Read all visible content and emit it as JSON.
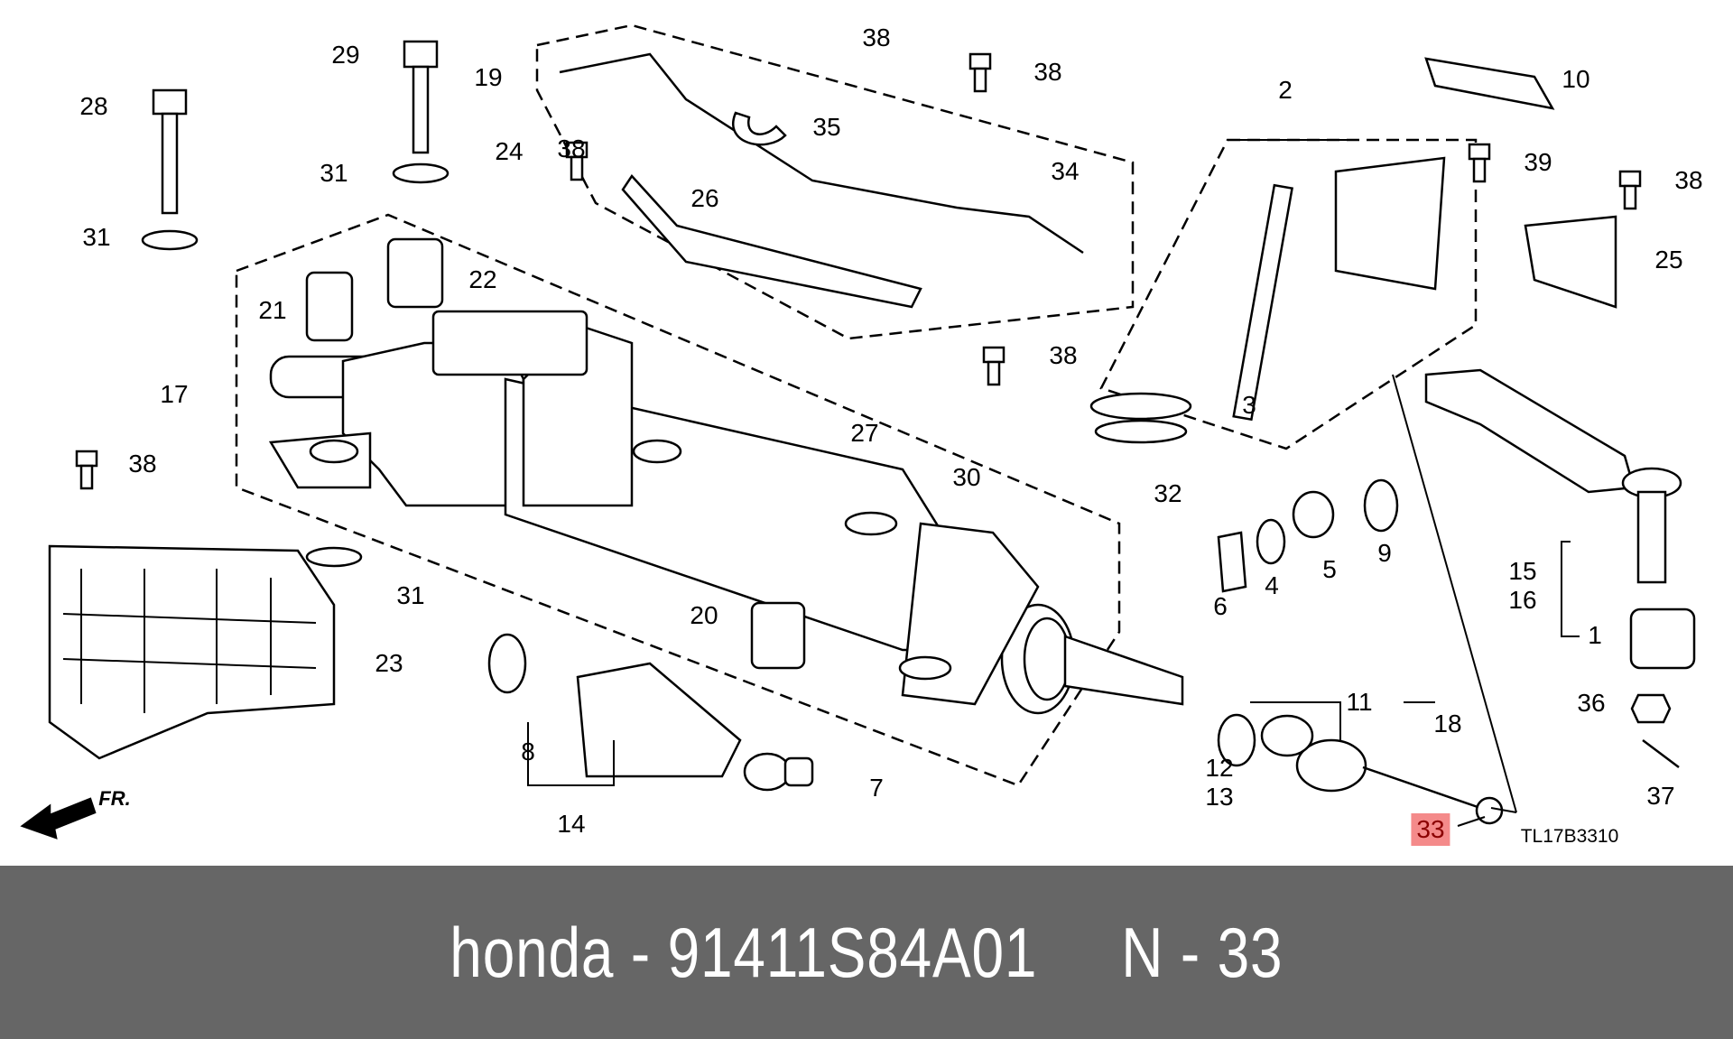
{
  "diagram": {
    "callouts": [
      "28",
      "29",
      "31",
      "31",
      "24",
      "38",
      "19",
      "38",
      "38",
      "35",
      "26",
      "34",
      "2",
      "10",
      "39",
      "38",
      "25",
      "21",
      "22",
      "17",
      "38",
      "3",
      "27",
      "30",
      "32",
      "38",
      "6",
      "4",
      "5",
      "9",
      "15",
      "16",
      "1",
      "31",
      "20",
      "23",
      "36",
      "11",
      "18",
      "8",
      "7",
      "12",
      "13",
      "37",
      "14"
    ],
    "highlighted_callout": "33",
    "direction_marker": "FR.",
    "diagram_code": "TL17B3310",
    "highlight_color": "#f48a8a"
  },
  "banner": {
    "text": "honda - 91411S84A01     N - 33"
  }
}
